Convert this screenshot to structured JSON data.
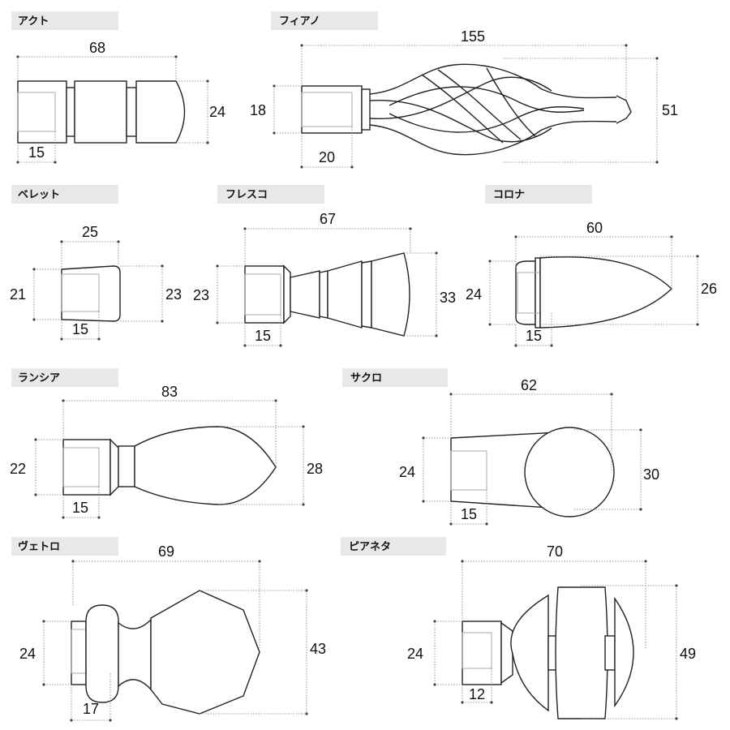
{
  "panels": [
    {
      "id": "akuto",
      "name": "アクト",
      "dims": {
        "length": "68",
        "height": "24",
        "bore": "15"
      }
    },
    {
      "id": "fiano",
      "name": "フィアノ",
      "dims": {
        "length": "155",
        "height": "51",
        "bore_h": "18",
        "bore": "20"
      }
    },
    {
      "id": "beretto",
      "name": "ベレット",
      "dims": {
        "length": "25",
        "bore_h": "21",
        "height": "23",
        "bore": "15"
      }
    },
    {
      "id": "fuloresko",
      "name": "フレスコ",
      "dims": {
        "length": "67",
        "bore_h": "23",
        "height": "33",
        "bore": "15"
      }
    },
    {
      "id": "korona",
      "name": "コロナ",
      "dims": {
        "length": "60",
        "bore_h": "24",
        "height": "26",
        "bore": "15"
      }
    },
    {
      "id": "ranshia",
      "name": "ランシア",
      "dims": {
        "length": "83",
        "bore_h": "22",
        "height": "28",
        "bore": "15"
      }
    },
    {
      "id": "sakuro",
      "name": "サクロ",
      "dims": {
        "length": "62",
        "bore_h": "24",
        "height": "30",
        "bore": "15"
      }
    },
    {
      "id": "vetoro",
      "name": "ヴェトロ",
      "dims": {
        "length": "69",
        "bore_h": "24",
        "height": "43",
        "bore": "17"
      }
    },
    {
      "id": "pianeta",
      "name": "ピアネタ",
      "dims": {
        "length": "70",
        "bore_h": "24",
        "height": "49",
        "bore": "12"
      }
    }
  ]
}
